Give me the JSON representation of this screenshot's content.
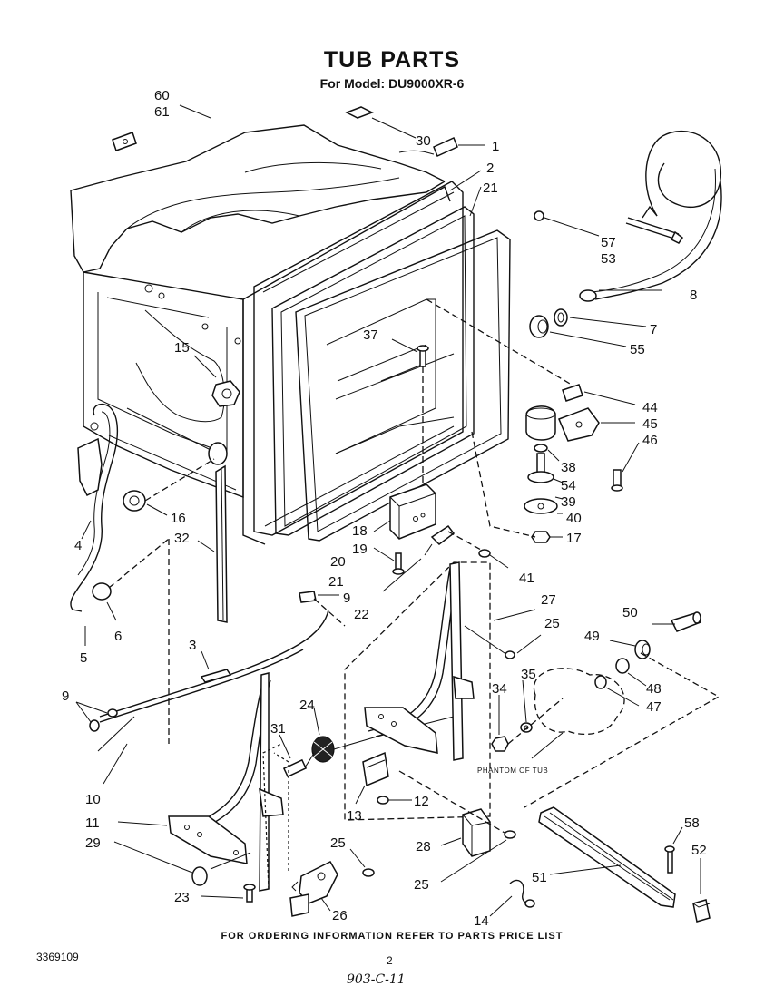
{
  "title": "TUB PARTS",
  "subtitle": "For Model: DU9000XR-6",
  "footer_note": "FOR ORDERING INFORMATION REFER TO PARTS PRICE LIST",
  "doc_number": "3369109",
  "page_number": "2",
  "handwritten_note": "903-C-11",
  "phantom_label": "PHANTOM OF TUB",
  "callouts": {
    "c1": "1",
    "c2": "2",
    "c3": "3",
    "c4": "4",
    "c5": "5",
    "c6": "6",
    "c7": "7",
    "c8": "8",
    "c9a": "9",
    "c9b": "9",
    "c10": "10",
    "c11": "11",
    "c12": "12",
    "c13": "13",
    "c14": "14",
    "c15": "15",
    "c16": "16",
    "c17": "17",
    "c18": "18",
    "c19": "19",
    "c20": "20",
    "c21a": "21",
    "c21b": "21",
    "c22": "22",
    "c23": "23",
    "c24": "24",
    "c25a": "25",
    "c25b": "25",
    "c25c": "25",
    "c26": "26",
    "c27": "27",
    "c28": "28",
    "c29": "29",
    "c30": "30",
    "c31": "31",
    "c32": "32",
    "c34": "34",
    "c35": "35",
    "c37": "37",
    "c38": "38",
    "c39": "39",
    "c40": "40",
    "c41": "41",
    "c44": "44",
    "c45": "45",
    "c46": "46",
    "c47": "47",
    "c48": "48",
    "c49": "49",
    "c50": "50",
    "c51": "51",
    "c52": "52",
    "c53": "53",
    "c54": "54",
    "c55": "55",
    "c57": "57",
    "c58": "58",
    "c60": "60",
    "c61": "61"
  }
}
